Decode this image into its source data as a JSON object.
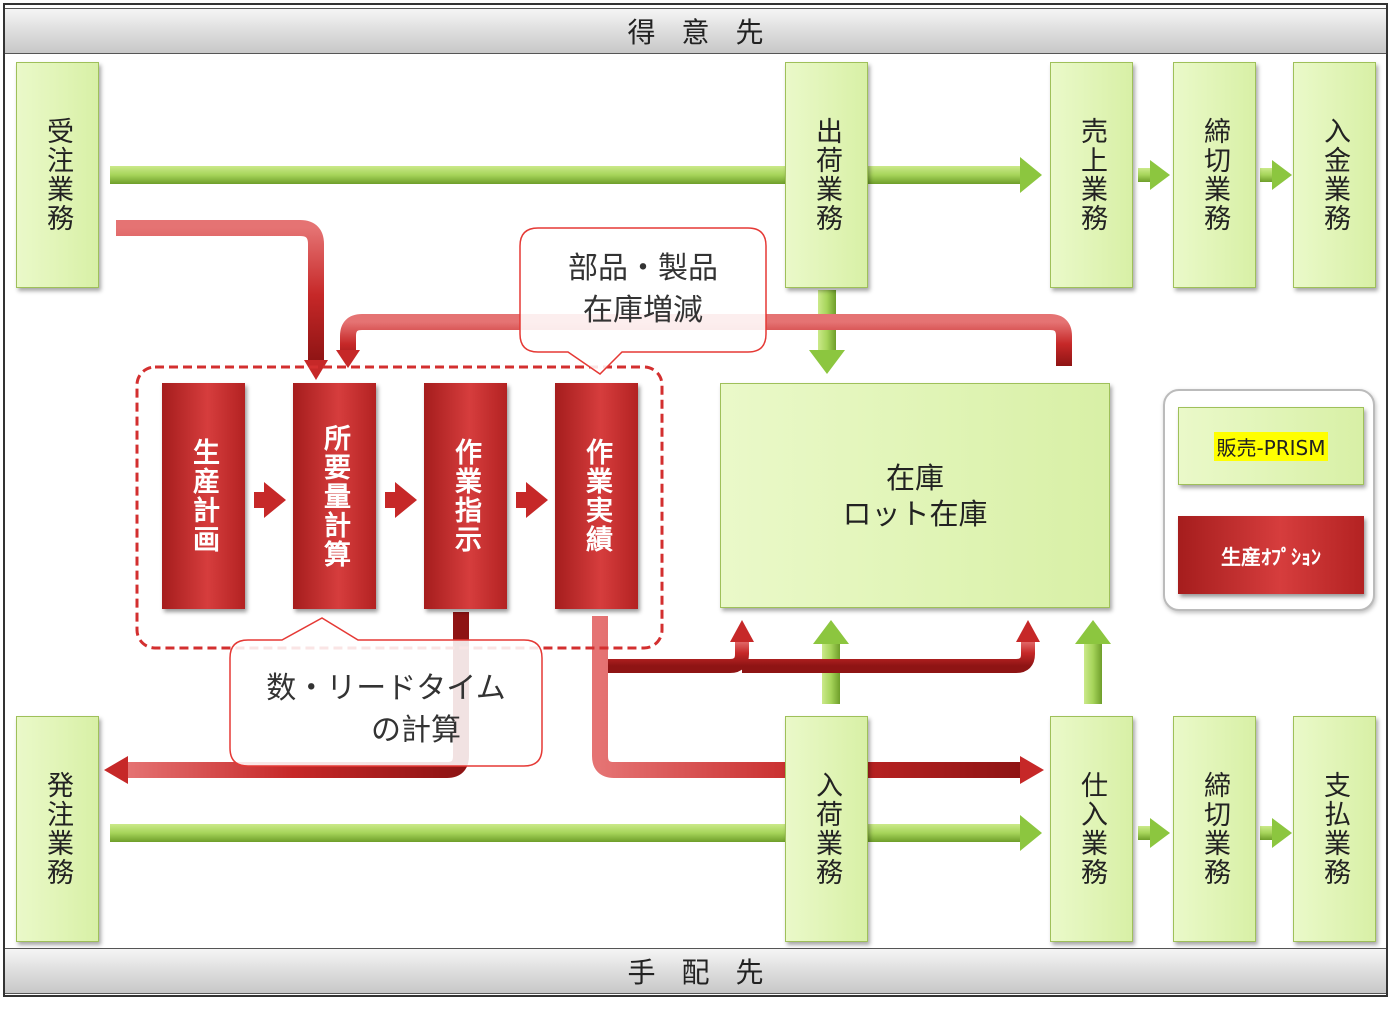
{
  "bands": {
    "top": "得意先",
    "bottom": "手配先"
  },
  "top_row": {
    "order_receiving": "受注業務",
    "shipping": "出荷業務",
    "sales": "売上業務",
    "closing_sales": "締切業務",
    "payment_receipt": "入金業務"
  },
  "bottom_row": {
    "ordering": "発注業務",
    "receiving": "入荷業務",
    "purchasing": "仕入業務",
    "closing_purchase": "締切業務",
    "payment": "支払業務"
  },
  "production": {
    "plan": "生産計画",
    "mrp": "所要量計算",
    "work_order": "作業指示",
    "work_result": "作業実績"
  },
  "inventory": {
    "line1": "在庫",
    "line2": "ロット在庫"
  },
  "callouts": {
    "stock_change_line1": "部品・製品",
    "stock_change_line2": "在庫増減",
    "leadtime_line1": "数・リードタイム",
    "leadtime_line2": "の計算"
  },
  "legend": {
    "sales_prism": "販売-PRISM",
    "production_option": "生産ｵﾌﾟｼｮﾝ"
  },
  "colors": {
    "green_box": "#d8f0a6",
    "green_arrow": "#8cc63f",
    "red_box": "#c0282a",
    "red_arrow": "#c62828",
    "legend_text_highlight": "#ffff00"
  }
}
